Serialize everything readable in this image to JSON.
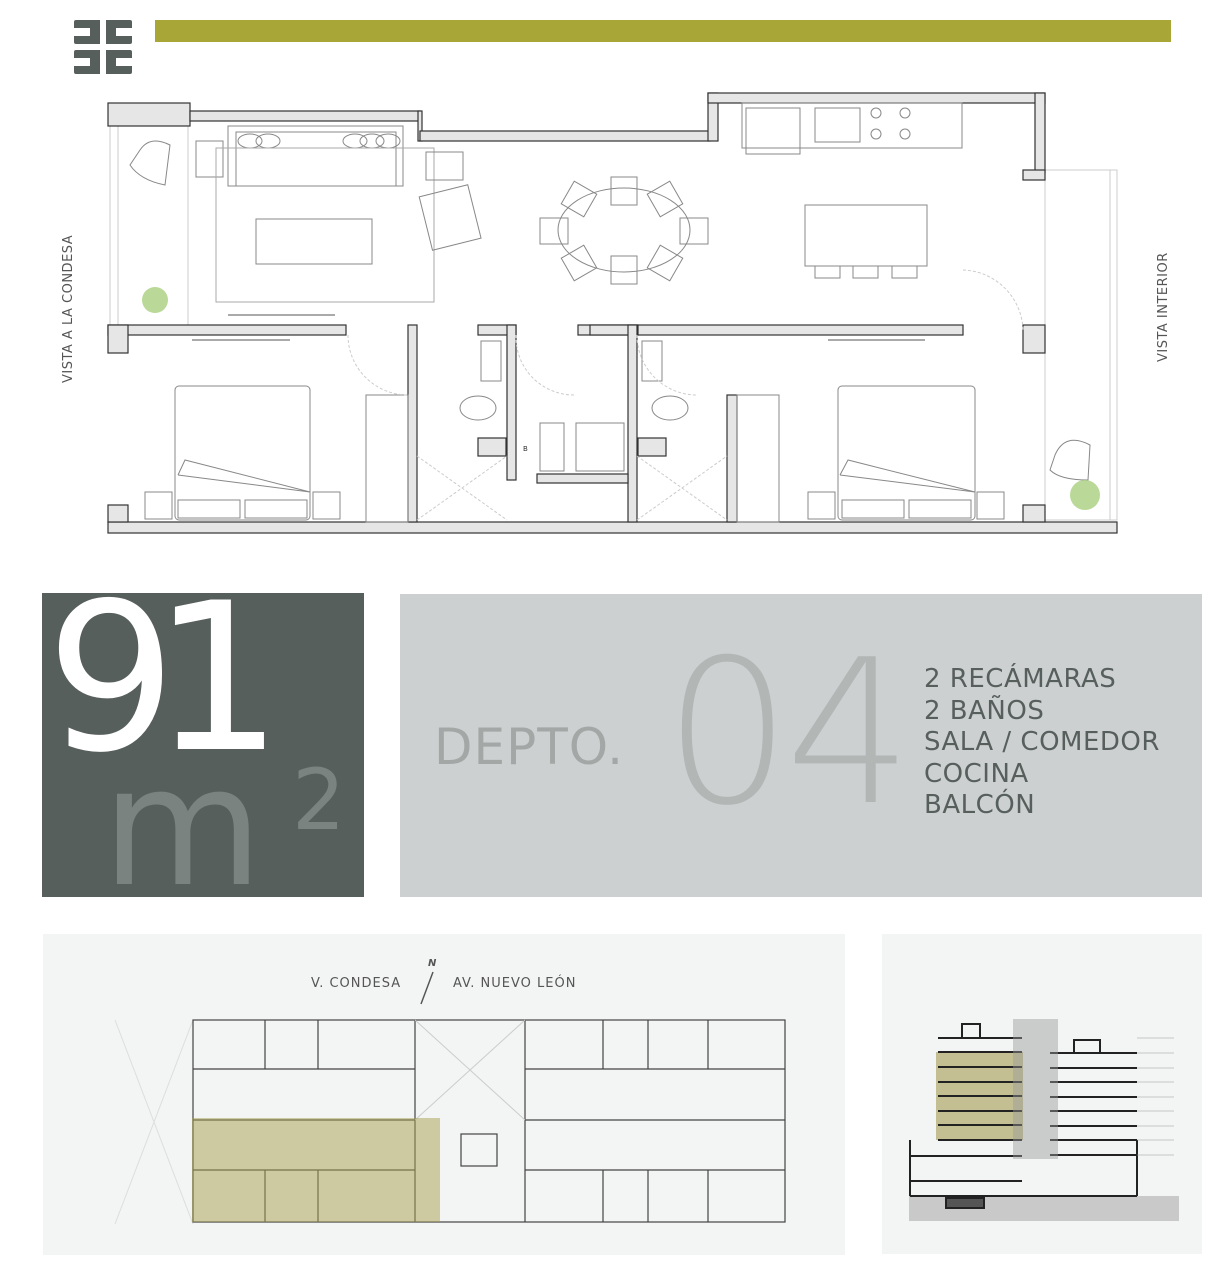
{
  "plan": {
    "left_view_label": "VISTA A LA CONDESA",
    "right_view_label": "VISTA INTERIOR",
    "closet_label": "B"
  },
  "area": {
    "value": "91",
    "unit": "m",
    "exponent": "2"
  },
  "unit": {
    "prefix": "DEPTO.",
    "number": "04",
    "features": [
      "2 RECÁMARAS",
      "2 BAÑOS",
      "SALA / COMEDOR",
      "COCINA",
      "BALCÓN"
    ]
  },
  "site_plan": {
    "left_street": "V. CONDESA",
    "right_street": "AV. NUEVO LEÓN",
    "north": "N"
  },
  "colors": {
    "accent": "#a8a636",
    "dark": "#575f5d",
    "panel": "#cdd0d1",
    "highlight": "#c7c08a"
  }
}
